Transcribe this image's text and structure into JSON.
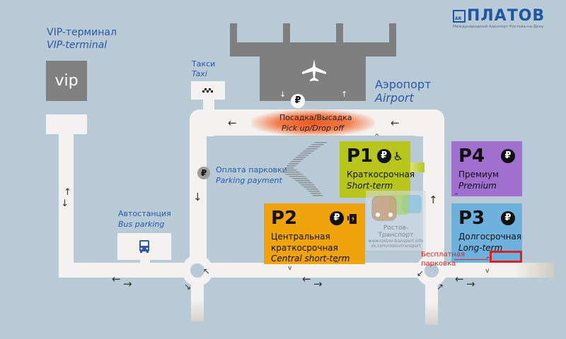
{
  "brand": {
    "logo_mark": "AR",
    "name": "ПЛАТОВ",
    "subtitle": "Международный Аэропорт Ростова-на-Дону",
    "color": "#1f55a5"
  },
  "vip": {
    "title_ru": "VIP-терминал",
    "title_en": "VIP-terminal",
    "box_label": "vip"
  },
  "taxi": {
    "title_ru": "Такси",
    "title_en": "Taxi"
  },
  "airport": {
    "title_ru": "Аэропорт",
    "title_en": "Airport",
    "icon": "airplane-icon",
    "currency_symbol": "₽"
  },
  "pickup": {
    "title_ru": "Посадка/Высадка",
    "title_en": "Pick up/Drop off"
  },
  "payment": {
    "title_ru": "Оплата парковки",
    "title_en": "Parking payment",
    "currency_symbol": "₽"
  },
  "bus": {
    "title_ru": "Автостанция",
    "title_en": "Bus parking"
  },
  "parkings": [
    {
      "code": "P1",
      "name_ru": "Краткосрочная",
      "name_en": "Short-term",
      "color": "#b8c61b",
      "icons": [
        "ruble-icon",
        "wheelchair-icon"
      ]
    },
    {
      "code": "P2",
      "name_ru": "Центральная краткосрочная",
      "name_en": "Central short-term",
      "color": "#f0a30a",
      "icons": [
        "ruble-icon",
        "ev-charging-icon"
      ]
    },
    {
      "code": "P3",
      "name_ru": "Долгосрочная",
      "name_en": "Long-term",
      "color": "#6fb1dd",
      "icons": [
        "ruble-icon"
      ]
    },
    {
      "code": "P4",
      "name_ru": "Премиум",
      "name_en": "Premium",
      "color": "#a06fd0",
      "icons": [
        "ruble-icon"
      ]
    }
  ],
  "currency_symbol": "₽",
  "free_parking": {
    "label_line1": "Бесплатная",
    "label_line2": "парковка",
    "color": "#e02020"
  },
  "watermark": {
    "title": "Ростов-Транспорт",
    "url1": "www.rostov-transport.info",
    "url2": "vk.com/rostovtransport"
  },
  "arrows": {
    "left": "←",
    "right": "→",
    "up": "↑",
    "down": "↓",
    "small_up": "↑",
    "small_down": "↓",
    "nw": "↖",
    "se": "↘",
    "sw": "↙",
    "ne": "↗",
    "chev_up": "^",
    "chev_down": "v",
    "chev_left": "<"
  }
}
